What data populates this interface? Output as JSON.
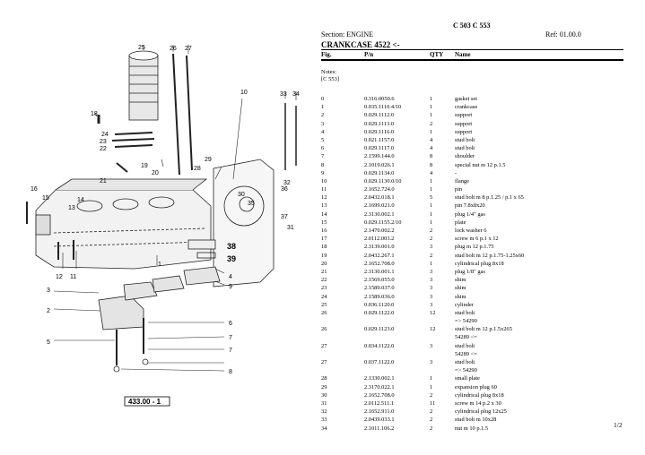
{
  "header": {
    "code": "C 503 C 553",
    "section": "Section: ENGINE",
    "ref": "Ref: 01.00.0",
    "group": "CRANKCASE 4522 <-"
  },
  "columns": {
    "fig": "Fig.",
    "pn": "P/n",
    "qty": "QTY",
    "name": "Name"
  },
  "notes": {
    "title": "Notes:",
    "text": "[C 553]"
  },
  "rows": [
    {
      "fig": "0",
      "pn": "0.316.0050.6",
      "qty": "1",
      "name": "gasket set"
    },
    {
      "fig": "1",
      "pn": "0.035.1110.4/10",
      "qty": "1",
      "name": "crankcase"
    },
    {
      "fig": "2",
      "pn": "0.029.1112.0",
      "qty": "1",
      "name": "support"
    },
    {
      "fig": "3",
      "pn": "0.029.1113.0",
      "qty": "2",
      "name": "support"
    },
    {
      "fig": "4",
      "pn": "0.029.1116.0",
      "qty": "1",
      "name": "support"
    },
    {
      "fig": "5",
      "pn": "0.021.1157.0",
      "qty": "4",
      "name": "stud bolt"
    },
    {
      "fig": "6",
      "pn": "0.029.1117.0",
      "qty": "4",
      "name": "stud bolt"
    },
    {
      "fig": "7",
      "pn": "2.1599.144.0",
      "qty": "8",
      "name": "shoulder"
    },
    {
      "fig": "8",
      "pn": "2.1019.026.1",
      "qty": "8",
      "name": "special nut m 12 p.1.5"
    },
    {
      "fig": "9",
      "pn": "0.029.1134.0",
      "qty": "4",
      "name": "-"
    },
    {
      "fig": "10",
      "pn": "0.029.1130.0/10",
      "qty": "1",
      "name": "flange"
    },
    {
      "fig": "11",
      "pn": "2.1652.724.0",
      "qty": "1",
      "name": "pin"
    },
    {
      "fig": "12",
      "pn": "2.0432.018.1",
      "qty": "5",
      "name": "stud bolt m 8 p.1.25 / p.1 x 65"
    },
    {
      "fig": "13",
      "pn": "2.1699.021.0",
      "qty": "1",
      "name": "pin 7.8x8x20"
    },
    {
      "fig": "14",
      "pn": "2.3130.002.1",
      "qty": "1",
      "name": "plug 1/4\" gas"
    },
    {
      "fig": "15",
      "pn": "0.029.1155.2/10",
      "qty": "1",
      "name": "plate"
    },
    {
      "fig": "16",
      "pn": "2.1470.002.2",
      "qty": "2",
      "name": "lock washer 6"
    },
    {
      "fig": "17",
      "pn": "2.0112.003.2",
      "qty": "2",
      "name": "screw m 6 p.1 x 12"
    },
    {
      "fig": "18",
      "pn": "2.3139.001.0",
      "qty": "3",
      "name": "plug m 12 p.1.75"
    },
    {
      "fig": "19",
      "pn": "2.0432.267.1",
      "qty": "2",
      "name": "stud bolt m 12 p.1.75-1.25x60"
    },
    {
      "fig": "20",
      "pn": "2.1652.708.0",
      "qty": "1",
      "name": "cylindrical plug 8x18"
    },
    {
      "fig": "21",
      "pn": "2.3130.001.1",
      "qty": "3",
      "name": "plug 1/8\" gas"
    },
    {
      "fig": "22",
      "pn": "2.1569.055.0",
      "qty": "3",
      "name": "shim"
    },
    {
      "fig": "23",
      "pn": "2.1589.037.0",
      "qty": "3",
      "name": "shim"
    },
    {
      "fig": "24",
      "pn": "2.1589.036.0",
      "qty": "3",
      "name": "shim"
    },
    {
      "fig": "25",
      "pn": "0.036.1120.0",
      "qty": "3",
      "name": "cylinder"
    },
    {
      "fig": "26",
      "pn": "0.029.1122.0",
      "qty": "12",
      "name": "stud bolt"
    },
    {
      "fig": "",
      "pn": "",
      "qty": "",
      "name": "=> 54290"
    },
    {
      "fig": "26",
      "pn": "0.029.1123.0",
      "qty": "12",
      "name": "stud bolt m 12 p.1.5x265"
    },
    {
      "fig": "",
      "pn": "",
      "qty": "",
      "name": "54289 <="
    },
    {
      "fig": "27",
      "pn": "0.034.1122.0",
      "qty": "3",
      "name": "stud bolt"
    },
    {
      "fig": "",
      "pn": "",
      "qty": "",
      "name": "54289 <="
    },
    {
      "fig": "27",
      "pn": "0.037.1122.0",
      "qty": "3",
      "name": "stud bolt"
    },
    {
      "fig": "",
      "pn": "",
      "qty": "",
      "name": "=> 54290"
    },
    {
      "fig": "28",
      "pn": "2.1330.002.1",
      "qty": "1",
      "name": "small plate"
    },
    {
      "fig": "29",
      "pn": "2.3170.022.1",
      "qty": "1",
      "name": "expansion plug 60"
    },
    {
      "fig": "30",
      "pn": "2.1652.708.0",
      "qty": "2",
      "name": "cylindrical plug 8x18"
    },
    {
      "fig": "31",
      "pn": "2.0112.511.1",
      "qty": "11",
      "name": "screw m 14 p.2 x 30"
    },
    {
      "fig": "32",
      "pn": "2.1652.911.0",
      "qty": "2",
      "name": "cylindrical plug 12x25"
    },
    {
      "fig": "33",
      "pn": "2.0439.033.1",
      "qty": "2",
      "name": "stud bolt m 10x28"
    },
    {
      "fig": "34",
      "pn": "2.1011.106.2",
      "qty": "2",
      "name": "nut m 10 p.1.5"
    }
  ],
  "page": "1/2",
  "diagram": {
    "code": "433.00 - 1",
    "callouts": [
      "25",
      "26",
      "27",
      "10",
      "33",
      "34",
      "18",
      "24",
      "23",
      "22",
      "19",
      "20",
      "21",
      "28",
      "29",
      "16",
      "15",
      "14",
      "13",
      "30",
      "35",
      "36",
      "37",
      "32",
      "31",
      "38",
      "39",
      "12",
      "11",
      "1",
      "4",
      "9",
      "3",
      "2",
      "6",
      "7",
      "5",
      "7",
      "8"
    ]
  }
}
